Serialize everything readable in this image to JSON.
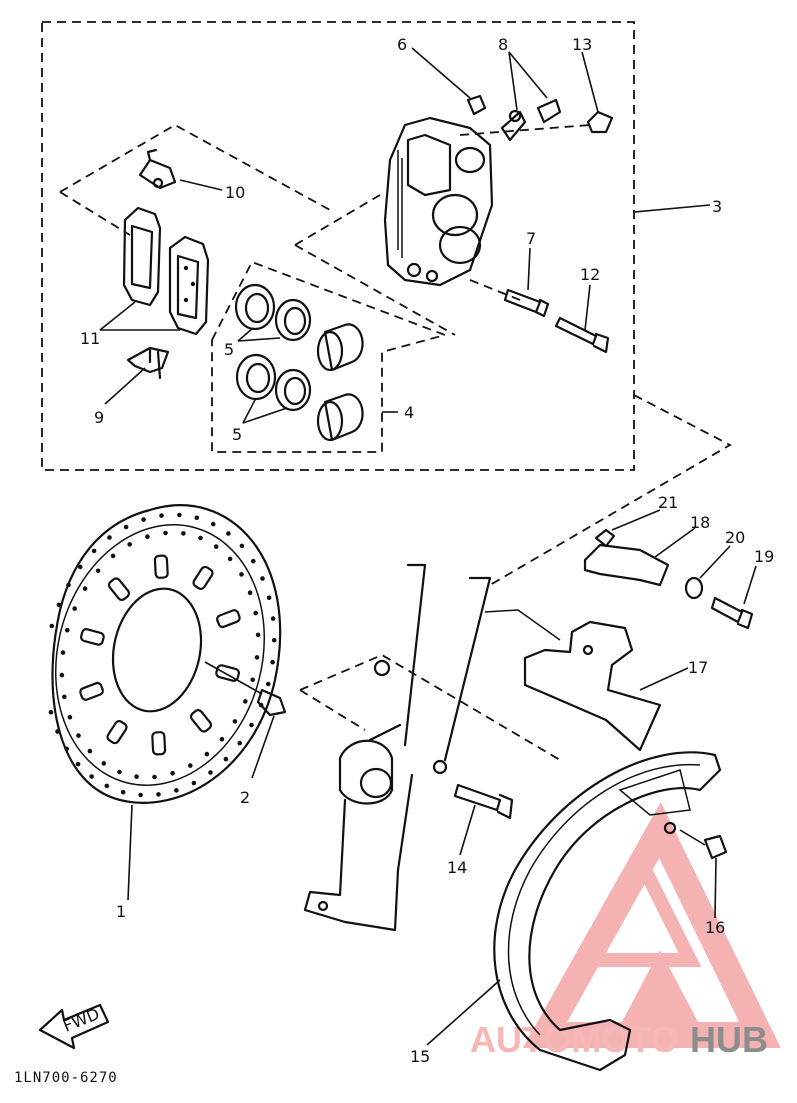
{
  "diagram": {
    "callouts": [
      "1",
      "2",
      "3",
      "4",
      "5",
      "5",
      "6",
      "7",
      "8",
      "9",
      "10",
      "11",
      "12",
      "13",
      "14",
      "15",
      "16",
      "17",
      "18",
      "19",
      "20",
      "21"
    ],
    "drawing_code": "1LN700-6270",
    "fwd_label": "FWD",
    "watermark": {
      "brand_a": "AUTOMOTO",
      "brand_b": "HUB",
      "color_a": "#f7a8a8",
      "color_b": "#8a8a8a"
    }
  }
}
